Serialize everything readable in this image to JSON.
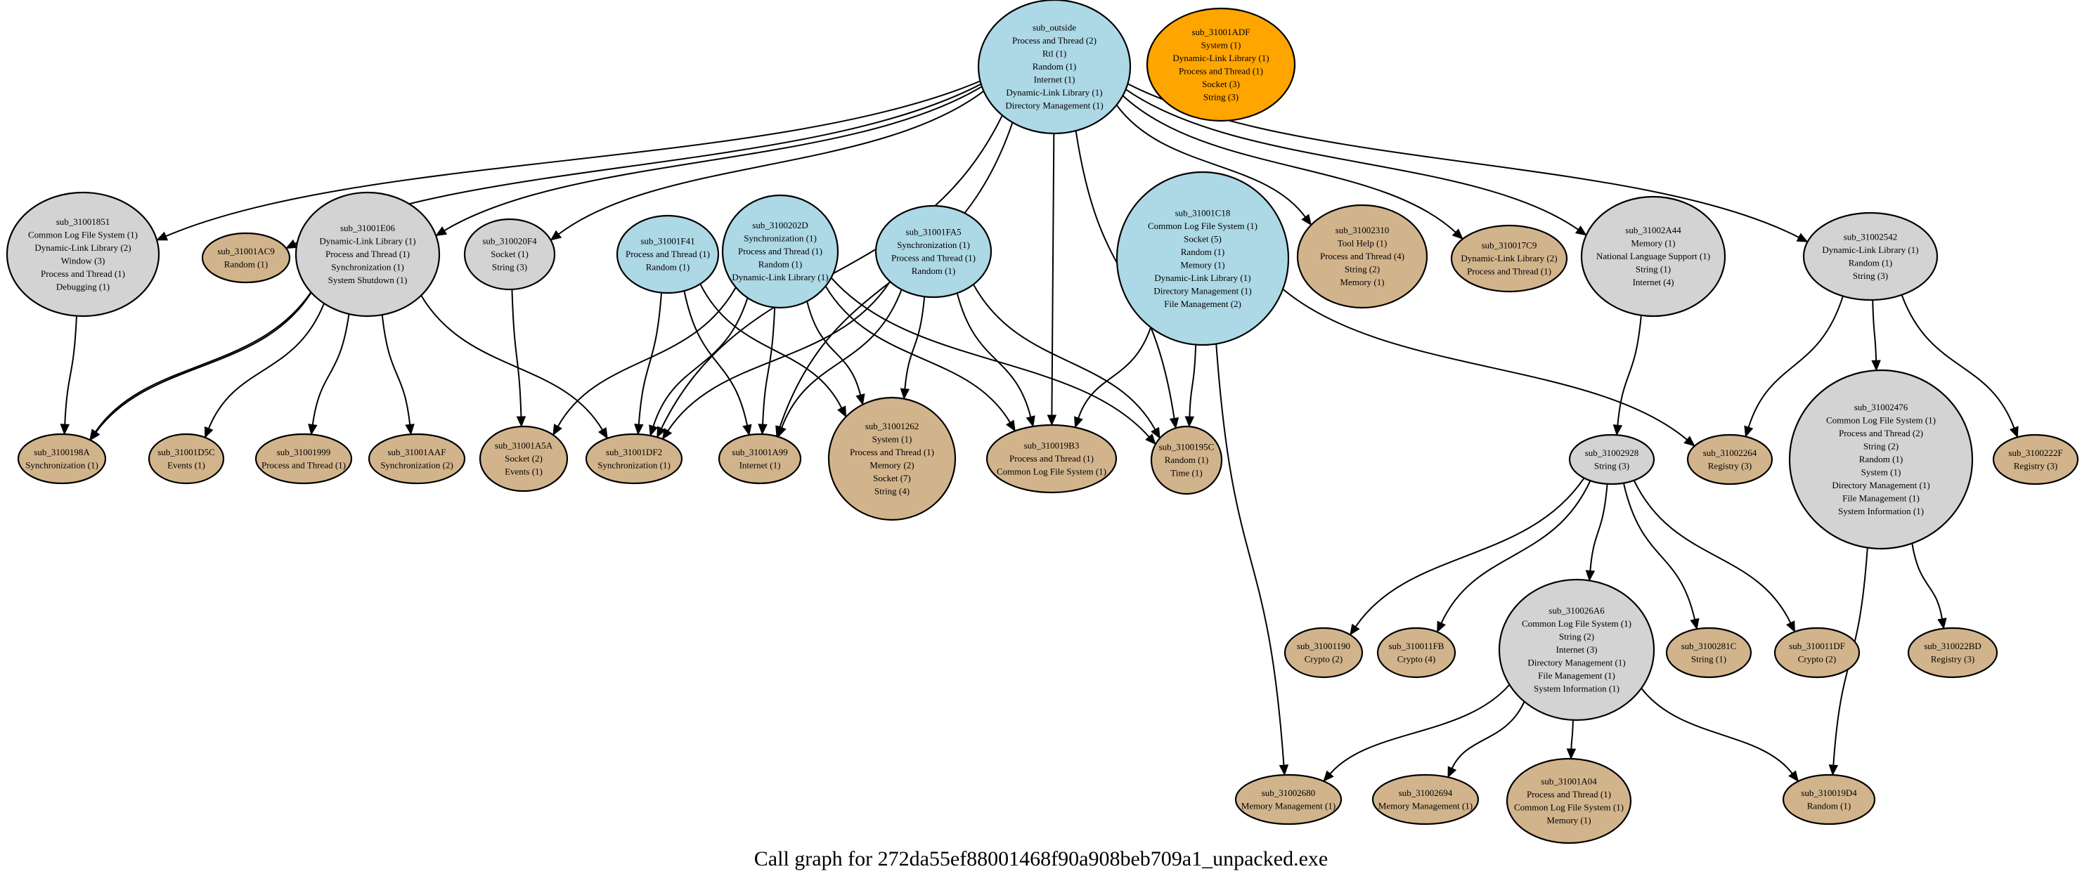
{
  "title": "Call graph for 272da55ef88001468f90a908beb709a1_unpacked.exe",
  "colors": {
    "entry": "#add8e6",
    "internal": "#d3d3d3",
    "leaf": "#d2b48c",
    "isolated": "#ffa500",
    "edge": "#000000"
  },
  "nodes": [
    {
      "id": "sub_outside",
      "kind": "entry",
      "lines": [
        "Process and Thread (2)",
        "Rtl (1)",
        "Random (1)",
        "Internet (1)",
        "Dynamic-Link Library (1)",
        "Directory Management (1)"
      ]
    },
    {
      "id": "sub_31001ADF",
      "kind": "isolated",
      "lines": [
        "System (1)",
        "Dynamic-Link Library (1)",
        "Process and Thread (1)",
        "Socket (3)",
        "String (3)"
      ]
    },
    {
      "id": "sub_31001851",
      "kind": "internal",
      "lines": [
        "Common Log File System (1)",
        "Dynamic-Link Library (2)",
        "Window (3)",
        "Process and Thread (1)",
        "Debugging (1)"
      ]
    },
    {
      "id": "sub_31001AC9",
      "kind": "leaf",
      "lines": [
        "Random (1)"
      ]
    },
    {
      "id": "sub_31001E06",
      "kind": "internal",
      "lines": [
        "Dynamic-Link Library (1)",
        "Process and Thread (1)",
        "Synchronization (1)",
        "System Shutdown (1)"
      ]
    },
    {
      "id": "sub_310020F4",
      "kind": "internal",
      "lines": [
        "Socket (1)",
        "String (3)"
      ]
    },
    {
      "id": "sub_31001F41",
      "kind": "entry",
      "lines": [
        "Process and Thread (1)",
        "Random (1)"
      ]
    },
    {
      "id": "sub_3100202D",
      "kind": "entry",
      "lines": [
        "Synchronization (1)",
        "Process and Thread (1)",
        "Random (1)",
        "Dynamic-Link Library (1)"
      ]
    },
    {
      "id": "sub_31001FA5",
      "kind": "entry",
      "lines": [
        "Synchronization (1)",
        "Process and Thread (1)",
        "Random (1)"
      ]
    },
    {
      "id": "sub_31001C18",
      "kind": "entry",
      "lines": [
        "Common Log File System (1)",
        "Socket (5)",
        "Random (1)",
        "Memory (1)",
        "Dynamic-Link Library (1)",
        "Directory Management (1)",
        "File Management (2)"
      ]
    },
    {
      "id": "sub_31002310",
      "kind": "leaf",
      "lines": [
        "Tool Help (1)",
        "Process and Thread (4)",
        "String (2)",
        "Memory (1)"
      ]
    },
    {
      "id": "sub_310017C9",
      "kind": "leaf",
      "lines": [
        "Dynamic-Link Library (2)",
        "Process and Thread (1)"
      ]
    },
    {
      "id": "sub_31002A44",
      "kind": "internal",
      "lines": [
        "Memory (1)",
        "National Language Support (1)",
        "String (1)",
        "Internet (4)"
      ]
    },
    {
      "id": "sub_31002542",
      "kind": "internal",
      "lines": [
        "Dynamic-Link Library (1)",
        "Random (1)",
        "String (3)"
      ]
    },
    {
      "id": "sub_3100198A",
      "kind": "leaf",
      "lines": [
        "Synchronization (1)"
      ]
    },
    {
      "id": "sub_31001D5C",
      "kind": "leaf",
      "lines": [
        "Events (1)"
      ]
    },
    {
      "id": "sub_31001999",
      "kind": "leaf",
      "lines": [
        "Process and Thread (1)"
      ]
    },
    {
      "id": "sub_31001AAF",
      "kind": "leaf",
      "lines": [
        "Synchronization (2)"
      ]
    },
    {
      "id": "sub_31001A5A",
      "kind": "leaf",
      "lines": [
        "Socket (2)",
        "Events (1)"
      ]
    },
    {
      "id": "sub_31001DF2",
      "kind": "leaf",
      "lines": [
        "Synchronization (1)"
      ]
    },
    {
      "id": "sub_31001A99",
      "kind": "leaf",
      "lines": [
        "Internet (1)"
      ]
    },
    {
      "id": "sub_31001262",
      "kind": "leaf",
      "lines": [
        "System (1)",
        "Process and Thread (1)",
        "Memory (2)",
        "Socket (7)",
        "String (4)"
      ]
    },
    {
      "id": "sub_310019B3",
      "kind": "leaf",
      "lines": [
        "Process and Thread (1)",
        "Common Log File System (1)"
      ]
    },
    {
      "id": "sub_3100195C",
      "kind": "leaf",
      "lines": [
        "Random (1)",
        "Time (1)"
      ]
    },
    {
      "id": "sub_31002928",
      "kind": "internal",
      "lines": [
        "String (3)"
      ]
    },
    {
      "id": "sub_31002264",
      "kind": "leaf",
      "lines": [
        "Registry (3)"
      ]
    },
    {
      "id": "sub_31002476",
      "kind": "internal",
      "lines": [
        "Common Log File System (1)",
        "Process and Thread (2)",
        "String (2)",
        "Random (1)",
        "System (1)",
        "Directory Management (1)",
        "File Management (1)",
        "System Information (1)"
      ]
    },
    {
      "id": "sub_3100222F",
      "kind": "leaf",
      "lines": [
        "Registry (3)"
      ]
    },
    {
      "id": "sub_31001190",
      "kind": "leaf",
      "lines": [
        "Crypto (2)"
      ]
    },
    {
      "id": "sub_310011FB",
      "kind": "leaf",
      "lines": [
        "Crypto (4)"
      ]
    },
    {
      "id": "sub_310026A6",
      "kind": "internal",
      "lines": [
        "Common Log File System (1)",
        "String (2)",
        "Internet (3)",
        "Directory Management (1)",
        "File Management (1)",
        "System Information (1)"
      ]
    },
    {
      "id": "sub_3100281C",
      "kind": "leaf",
      "lines": [
        "String (1)"
      ]
    },
    {
      "id": "sub_310011DF",
      "kind": "leaf",
      "lines": [
        "Crypto (2)"
      ]
    },
    {
      "id": "sub_310022BD",
      "kind": "leaf",
      "lines": [
        "Registry (3)"
      ]
    },
    {
      "id": "sub_31002680",
      "kind": "leaf",
      "lines": [
        "Memory Management (1)"
      ]
    },
    {
      "id": "sub_31002694",
      "kind": "leaf",
      "lines": [
        "Memory Management (1)"
      ]
    },
    {
      "id": "sub_31001A04",
      "kind": "leaf",
      "lines": [
        "Process and Thread (1)",
        "Common Log File System (1)",
        "Memory (1)"
      ]
    },
    {
      "id": "sub_310019D4",
      "kind": "leaf",
      "lines": [
        "Random (1)"
      ]
    }
  ],
  "edges": [
    [
      "sub_outside",
      "sub_31001851"
    ],
    [
      "sub_outside",
      "sub_31001AC9"
    ],
    [
      "sub_outside",
      "sub_31001E06"
    ],
    [
      "sub_outside",
      "sub_310020F4"
    ],
    [
      "sub_outside",
      "sub_31001DF2"
    ],
    [
      "sub_outside",
      "sub_31001A99"
    ],
    [
      "sub_outside",
      "sub_310019B3"
    ],
    [
      "sub_outside",
      "sub_3100195C"
    ],
    [
      "sub_outside",
      "sub_31002310"
    ],
    [
      "sub_outside",
      "sub_310017C9"
    ],
    [
      "sub_outside",
      "sub_31002A44"
    ],
    [
      "sub_outside",
      "sub_31002542"
    ],
    [
      "sub_31001851",
      "sub_3100198A"
    ],
    [
      "sub_31001E06",
      "sub_3100198A"
    ],
    [
      "sub_31001E06",
      "sub_3100198A"
    ],
    [
      "sub_31001E06",
      "sub_31001D5C"
    ],
    [
      "sub_31001E06",
      "sub_31001999"
    ],
    [
      "sub_31001E06",
      "sub_31001AAF"
    ],
    [
      "sub_31001E06",
      "sub_31001DF2"
    ],
    [
      "sub_310020F4",
      "sub_31001A5A"
    ],
    [
      "sub_31001F41",
      "sub_31001DF2"
    ],
    [
      "sub_31001F41",
      "sub_31001A99"
    ],
    [
      "sub_31001F41",
      "sub_31001262"
    ],
    [
      "sub_3100202D",
      "sub_31001A5A"
    ],
    [
      "sub_3100202D",
      "sub_31001DF2"
    ],
    [
      "sub_3100202D",
      "sub_31001A99"
    ],
    [
      "sub_3100202D",
      "sub_31001262"
    ],
    [
      "sub_3100202D",
      "sub_310019B3"
    ],
    [
      "sub_3100202D",
      "sub_3100195C"
    ],
    [
      "sub_31001FA5",
      "sub_31001DF2"
    ],
    [
      "sub_31001FA5",
      "sub_31001A99"
    ],
    [
      "sub_31001FA5",
      "sub_31001262"
    ],
    [
      "sub_31001FA5",
      "sub_310019B3"
    ],
    [
      "sub_31001FA5",
      "sub_3100195C"
    ],
    [
      "sub_31001C18",
      "sub_310019B3"
    ],
    [
      "sub_31001C18",
      "sub_3100195C"
    ],
    [
      "sub_31001C18",
      "sub_31002264"
    ],
    [
      "sub_31001C18",
      "sub_31002680"
    ],
    [
      "sub_31002A44",
      "sub_31002928"
    ],
    [
      "sub_31002542",
      "sub_31002264"
    ],
    [
      "sub_31002542",
      "sub_31002476"
    ],
    [
      "sub_31002542",
      "sub_3100222F"
    ],
    [
      "sub_31002928",
      "sub_31001190"
    ],
    [
      "sub_31002928",
      "sub_310011FB"
    ],
    [
      "sub_31002928",
      "sub_310026A6"
    ],
    [
      "sub_31002928",
      "sub_3100281C"
    ],
    [
      "sub_31002928",
      "sub_310011DF"
    ],
    [
      "sub_31002476",
      "sub_310022BD"
    ],
    [
      "sub_31002476",
      "sub_310019D4"
    ],
    [
      "sub_310026A6",
      "sub_31002680"
    ],
    [
      "sub_310026A6",
      "sub_31002694"
    ],
    [
      "sub_310026A6",
      "sub_31001A04"
    ],
    [
      "sub_310026A6",
      "sub_310019D4"
    ]
  ]
}
